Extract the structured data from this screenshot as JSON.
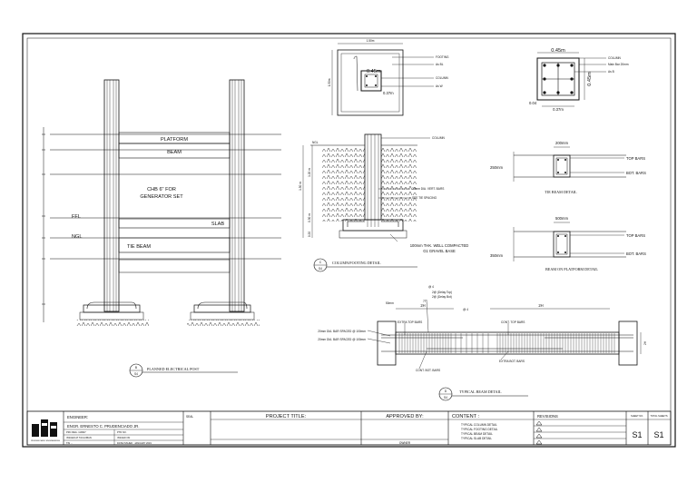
{
  "post_labels": {
    "platform": "PLATFORM",
    "beam": "BEAM",
    "chb_line1": "CHB 6\" FOR",
    "chb_line2": "GENERATOR SET",
    "slab": "SLAB",
    "tie_beam": "TIE BEAM",
    "ffl": "FFL",
    "ngl": "NGL",
    "caption": "PLANNED ELECTRICAL POST"
  },
  "footing_plan": {
    "top_dim": "1.50m",
    "side_dim": "1.50m",
    "col_dim": "0.45m",
    "col_dim2": "0.37m",
    "notes": [
      "FOOTING",
      "As BL",
      "COLUMN",
      "As W"
    ]
  },
  "column_section": {
    "top_dim": "0.45m",
    "side_dim": "0.45m",
    "inner_dim": "0.37m",
    "corner_dim": "0.04",
    "notes": [
      "COLUMN",
      "Main Bar 20mm",
      "As B"
    ]
  },
  "col_footing_detail": {
    "ngl": "NGL",
    "column": "COLUMN",
    "vert_bars": "20mm DIA. VERT. BARS",
    "tie_spacing": "SEE TIE SPACING",
    "gravel_line1": "100mm THK. WELL COMPACTED",
    "gravel_line2": "G1 GRAVEL BASE",
    "dim_total": "1.50 m",
    "dim_a": "1.20 m",
    "dim_b": "0.30 m",
    "dim_c": "0.20",
    "caption": "COLUMN/FOOTING DETAIL"
  },
  "tie_beam": {
    "width": "200mm",
    "depth": "250mm",
    "top_bars": "TOP BARS",
    "bot_bars": "BOT. BARS",
    "caption": "TIE BEAM DETAIL"
  },
  "platform_beam": {
    "width": "500mm",
    "depth": "350mm",
    "top_bars": "TOP BARS",
    "bot_bars": "BOT. BARS",
    "caption": "BEAM ON PLATFORM DETAIL"
  },
  "typical_beam": {
    "left_dim": "50mm",
    "span_a": "2H",
    "span_b": "2H",
    "extra_top": "EXTRA TOP BARS",
    "cont_top": "CONT. TOP BARS",
    "cont_bot": "CONT. BOT. BARS",
    "extra_bot": "EXTRA BOT. BARS",
    "note1": "20mm DIA. BAR SPACED @ 100mm",
    "note2": "20mm DIA. BAR SPACED @ 100mm",
    "callout1": "@ 4",
    "callout2": "2@ (Delay Top)",
    "callout3": "2@ (Delay Bot)",
    "callout4": "7T",
    "callout5": "@ 4",
    "depth": "2H",
    "caption": "TYPICAL BEAM DETAIL"
  },
  "detail_tags": {
    "post": [
      "B",
      "S4"
    ],
    "col_footing": [
      "C",
      "S4"
    ],
    "typical_beam": [
      "D",
      "S4"
    ]
  },
  "title_block": {
    "engineer_label": "ENGINEER:",
    "engineer_name": "ENGR. ERNESTO C. PRUDENCIADO JR.",
    "reg": [
      "PRC REG. 119947",
      "PTR NO.",
      "ISSUED AT  TACLOBAN",
      "ISSUED ON",
      "TIN  ...",
      "DATE ISSUED : JANUARY 2019"
    ],
    "seal_label": "SEAL",
    "project_title_label": "PROJECT TITLE:",
    "approved_label": "APPROVED BY:",
    "approved_sub": "OWNER",
    "content_label": "CONTENT :",
    "content_items": [
      "TYPICAL COLUMN DETAIL",
      "TYPICAL FOOTING DETAIL",
      "TYPICAL BEAM DETAIL",
      "TYPICAL SLAB DETAIL"
    ],
    "revisions_label": "REVISIONS",
    "sheet_no_label": "SHEET NO.",
    "total_sheets_label": "TOTAL SHEETS",
    "sheet_no": "S1",
    "total_sheets": "S1",
    "logo_text": "PRUDENCIADO ENGINEERING"
  }
}
